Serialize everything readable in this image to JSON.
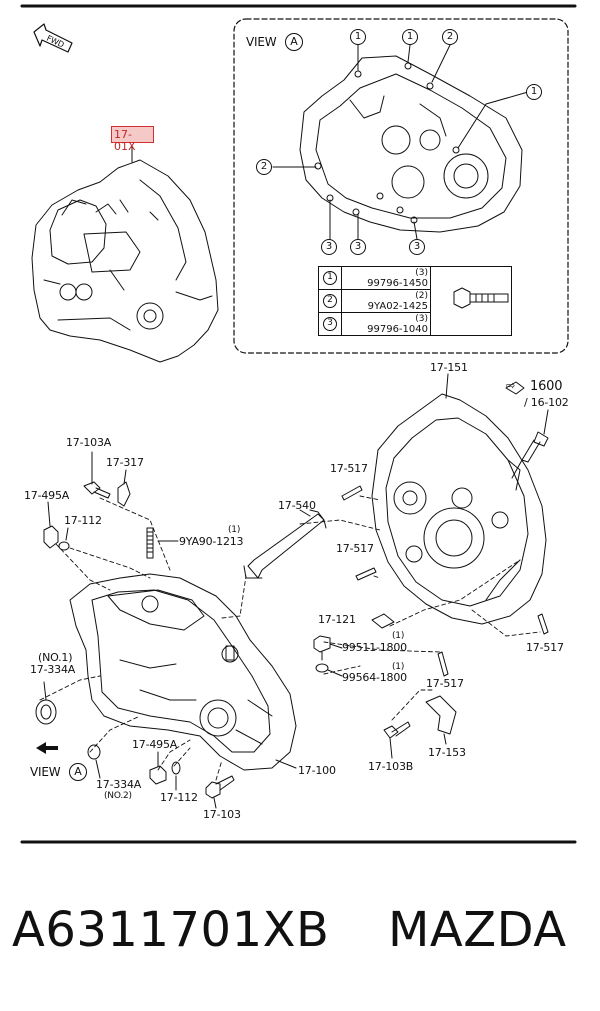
{
  "header_labels": {
    "fwd": "FWD",
    "view_a_top": "VIEW",
    "view_a_bottom": "VIEW",
    "letter_a": "A",
    "highlight_part": "17-01X"
  },
  "view_callouts": [
    "1",
    "1",
    "2",
    "1",
    "2",
    "3",
    "3",
    "3"
  ],
  "bolt_table": [
    {
      "num": "1",
      "qty": "(3)",
      "part": "99796-1450"
    },
    {
      "num": "2",
      "qty": "(2)",
      "part": "9YA02-1425"
    },
    {
      "num": "3",
      "qty": "(3)",
      "part": "99796-1040"
    }
  ],
  "part_labels": {
    "p17_151": "17-151",
    "p1600": "1600",
    "p16_102": "/ 16-102",
    "p17_103a": "17-103A",
    "p17_317": "17-317",
    "p17_495a_top": "17-495A",
    "p17_112_top": "17-112",
    "p9ya90": "9YA90-1213",
    "p9ya90_qty": "(1)",
    "p17_540": "17-540",
    "p17_517_a": "17-517",
    "p17_517_b": "17-517",
    "p17_517_c": "17-517",
    "p17_517_d": "17-517",
    "p17_121": "17-121",
    "p99511": "99511-1800",
    "p99511_qty": "(1)",
    "p99564": "99564-1800",
    "p99564_qty": "(1)",
    "no1": "(NO.1)",
    "p17_334a_top": "17-334A",
    "p17_495a_bot": "17-495A",
    "p17_334a_bot": "17-334A",
    "no2": "(NO.2)",
    "p17_112_bot": "17-112",
    "p17_103": "17-103",
    "p17_100": "17-100",
    "p17_103b": "17-103B",
    "p17_153": "17-153"
  },
  "footer": {
    "part_number": "A6311701XB",
    "brand": "MAZDA"
  }
}
